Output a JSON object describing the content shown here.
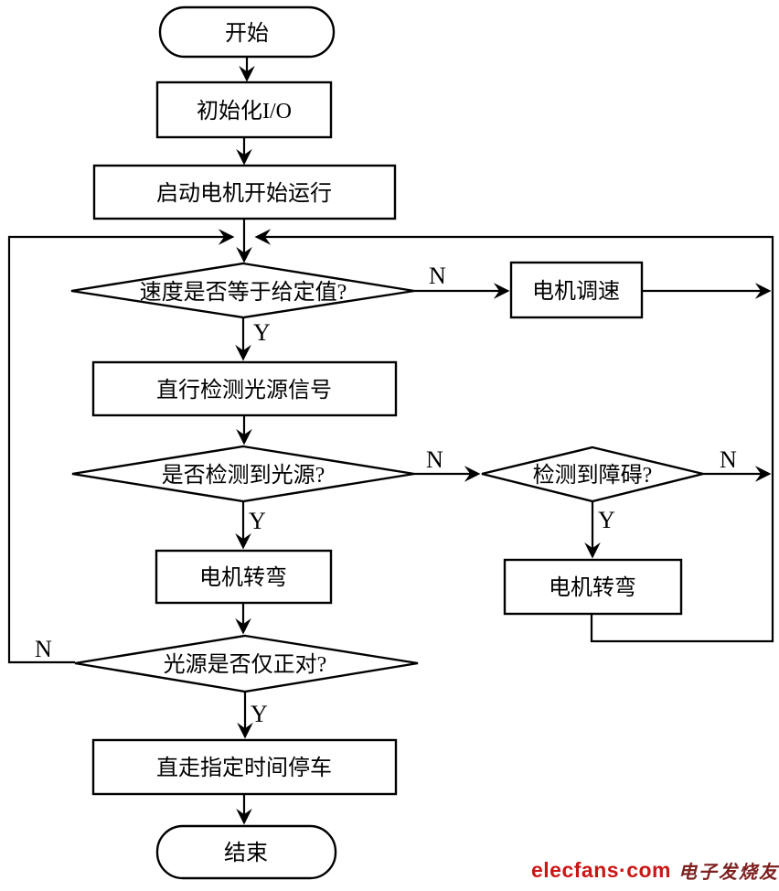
{
  "flowchart": {
    "title_hint": "robot light-tracking motor control flowchart",
    "nodes": {
      "start": {
        "label": "开始",
        "type": "terminal"
      },
      "init_io": {
        "label": "初始化I/O",
        "type": "process"
      },
      "start_motor": {
        "label": "启动电机开始运行",
        "type": "process"
      },
      "speed_check": {
        "label": "速度是否等于给定值?",
        "type": "decision"
      },
      "motor_speed": {
        "label": "电机调速",
        "type": "process"
      },
      "go_straight": {
        "label": "直行检测光源信号",
        "type": "process"
      },
      "light_check": {
        "label": "是否检测到光源?",
        "type": "decision"
      },
      "obstacle_check": {
        "label": "检测到障碍?",
        "type": "decision"
      },
      "motor_turn_left": {
        "label": "电机转弯",
        "type": "process"
      },
      "motor_turn_right": {
        "label": "电机转弯",
        "type": "process"
      },
      "facing_check": {
        "label": "光源是否仅正对?",
        "type": "decision"
      },
      "stop_run": {
        "label": "直走指定时间停车",
        "type": "process"
      },
      "end": {
        "label": "结束",
        "type": "terminal"
      }
    },
    "branch_labels": {
      "yes": "Y",
      "no": "N"
    },
    "edges": [
      {
        "from": "start",
        "to": "init_io",
        "label": ""
      },
      {
        "from": "init_io",
        "to": "start_motor",
        "label": ""
      },
      {
        "from": "start_motor",
        "to": "speed_check",
        "label": ""
      },
      {
        "from": "speed_check",
        "to": "motor_speed",
        "label": "N"
      },
      {
        "from": "motor_speed",
        "to": "speed_check",
        "label": ""
      },
      {
        "from": "speed_check",
        "to": "go_straight",
        "label": "Y"
      },
      {
        "from": "go_straight",
        "to": "light_check",
        "label": ""
      },
      {
        "from": "light_check",
        "to": "obstacle_check",
        "label": "N"
      },
      {
        "from": "obstacle_check",
        "to": "speed_check",
        "label": "N"
      },
      {
        "from": "obstacle_check",
        "to": "motor_turn_right",
        "label": "Y"
      },
      {
        "from": "motor_turn_right",
        "to": "speed_check",
        "label": ""
      },
      {
        "from": "light_check",
        "to": "motor_turn_left",
        "label": "Y"
      },
      {
        "from": "motor_turn_left",
        "to": "facing_check",
        "label": ""
      },
      {
        "from": "facing_check",
        "to": "speed_check",
        "label": "N"
      },
      {
        "from": "facing_check",
        "to": "stop_run",
        "label": "Y"
      },
      {
        "from": "stop_run",
        "to": "end",
        "label": ""
      }
    ],
    "line_color": "#000000",
    "background": "#ffffff"
  },
  "watermark": {
    "site": "elecfans·com",
    "site_cn": "电子发烧友",
    "site_color": "#cc1616",
    "cn_color": "#7c2020"
  }
}
